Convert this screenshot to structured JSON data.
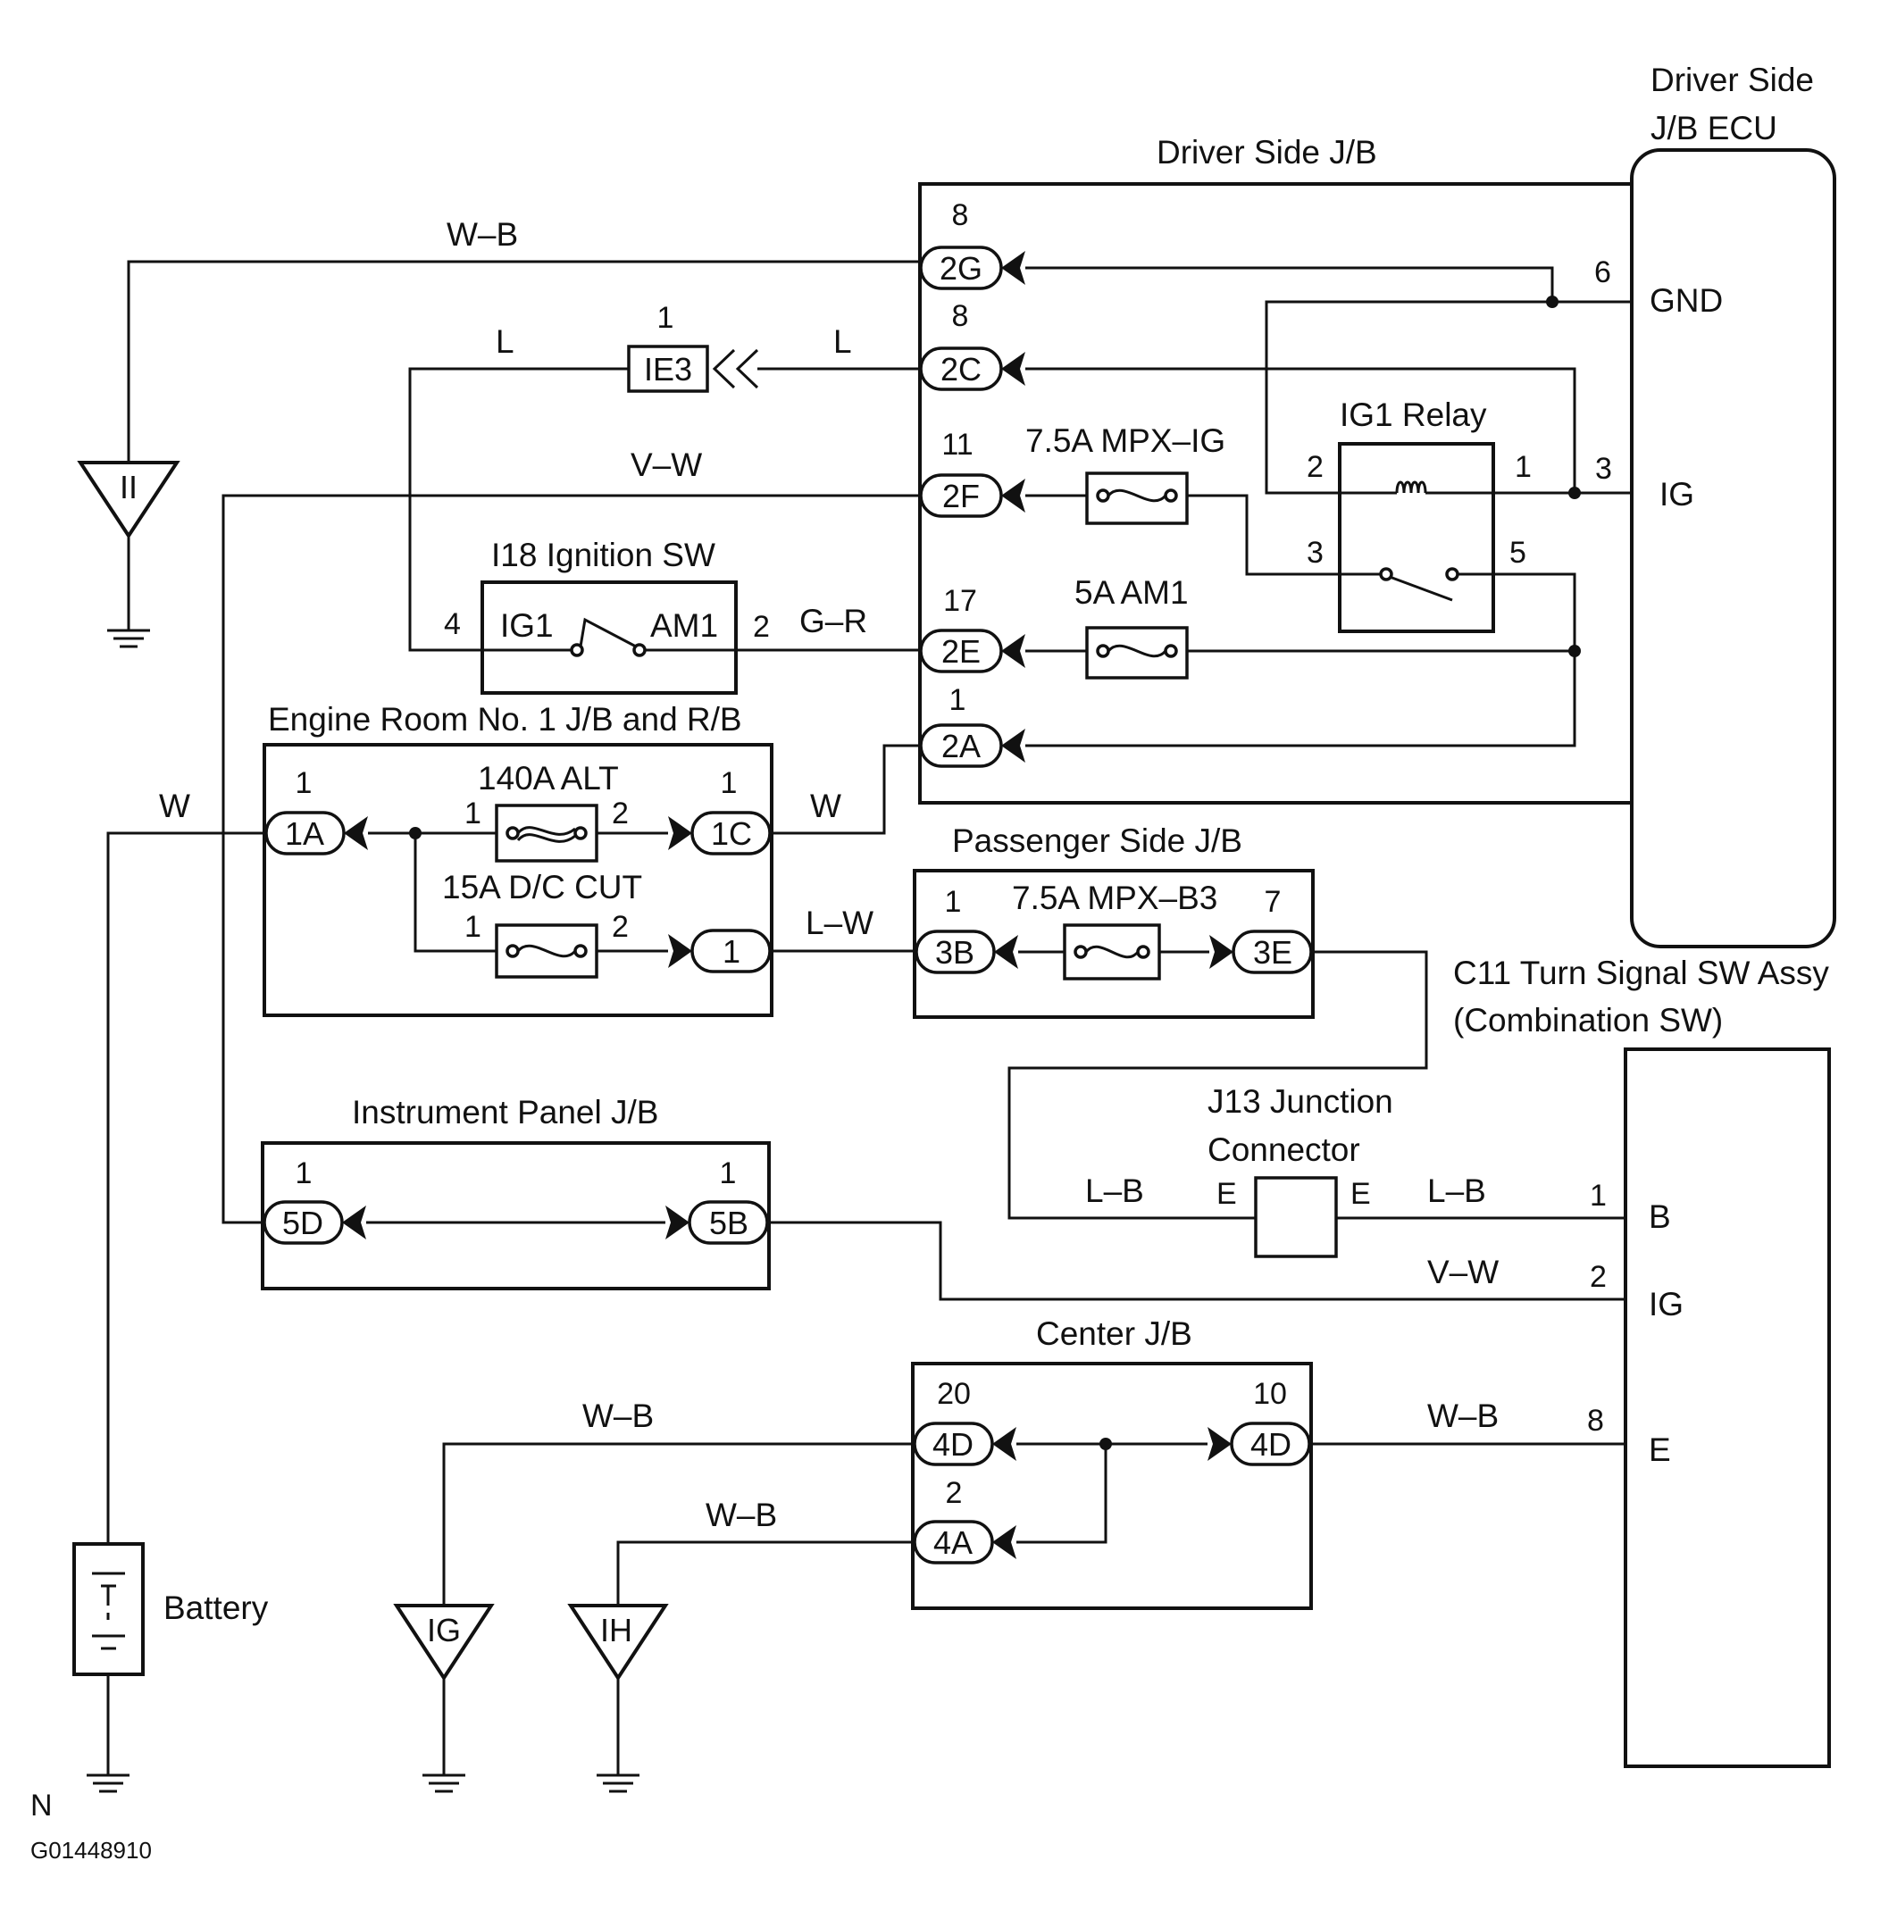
{
  "figure_id": "G01448910",
  "corner_mark": "N",
  "components": {
    "driver_jb_ecu": {
      "title_line1": "Driver Side",
      "title_line2": "J/B ECU",
      "pins": {
        "gnd": "GND",
        "ig": "IG"
      },
      "pin_numbers": {
        "gnd": "6",
        "ig": "3"
      }
    },
    "driver_jb": {
      "title": "Driver Side J/B",
      "connectors": [
        {
          "id": "2G",
          "pin": "8"
        },
        {
          "id": "2C",
          "pin": "8"
        },
        {
          "id": "2F",
          "pin": "11"
        },
        {
          "id": "2E",
          "pin": "17"
        },
        {
          "id": "2A",
          "pin": "1"
        }
      ],
      "fuses": {
        "mpx_ig": "7.5A MPX–IG",
        "am1": "5A AM1"
      },
      "relay": {
        "title": "IG1 Relay",
        "pins": [
          "2",
          "1",
          "3",
          "5"
        ]
      }
    },
    "ie3": {
      "label": "IE3",
      "pin": "1"
    },
    "ignition_sw": {
      "title": "I18 Ignition SW",
      "term_ig1": "IG1",
      "term_am1": "AM1",
      "pin_left": "4",
      "pin_right": "2"
    },
    "engine_room_jb": {
      "title": "Engine Room No. 1 J/B and R/B",
      "connectors": [
        {
          "id": "1A",
          "pin": "1"
        },
        {
          "id": "1C",
          "pin": "1"
        },
        {
          "id": "1",
          "pin": ""
        }
      ],
      "fuses": {
        "alt": "140A ALT",
        "dc_cut": "15A D/C CUT"
      },
      "fuse_pins": [
        "1",
        "2"
      ]
    },
    "passenger_jb": {
      "title": "Passenger Side J/B",
      "connectors": [
        {
          "id": "3B",
          "pin": "1"
        },
        {
          "id": "3E",
          "pin": "7"
        }
      ],
      "fuse": "7.5A MPX–B3"
    },
    "instrument_panel_jb": {
      "title": "Instrument Panel J/B",
      "connectors": [
        {
          "id": "5D",
          "pin": "1"
        },
        {
          "id": "5B",
          "pin": "1"
        }
      ]
    },
    "center_jb": {
      "title": "Center J/B",
      "connectors": [
        {
          "id": "4D",
          "pin": "20"
        },
        {
          "id": "4D",
          "pin": "10"
        },
        {
          "id": "4A",
          "pin": "2"
        }
      ]
    },
    "j13": {
      "title_line1": "J13 Junction",
      "title_line2": "Connector",
      "left": "E",
      "right": "E"
    },
    "c11": {
      "title_line1": "C11 Turn Signal SW Assy",
      "title_line2": "(Combination SW)",
      "pins": [
        {
          "num": "1",
          "name": "B"
        },
        {
          "num": "2",
          "name": "IG"
        },
        {
          "num": "8",
          "name": "E"
        }
      ]
    },
    "battery": {
      "label": "Battery"
    },
    "grounds": {
      "ii": "II",
      "ig": "IG",
      "ih": "IH"
    }
  },
  "wire_colors": {
    "wb": "W–B",
    "l": "L",
    "vw": "V–W",
    "gr": "G–R",
    "w": "W",
    "lw": "L–W",
    "lb": "L–B"
  }
}
